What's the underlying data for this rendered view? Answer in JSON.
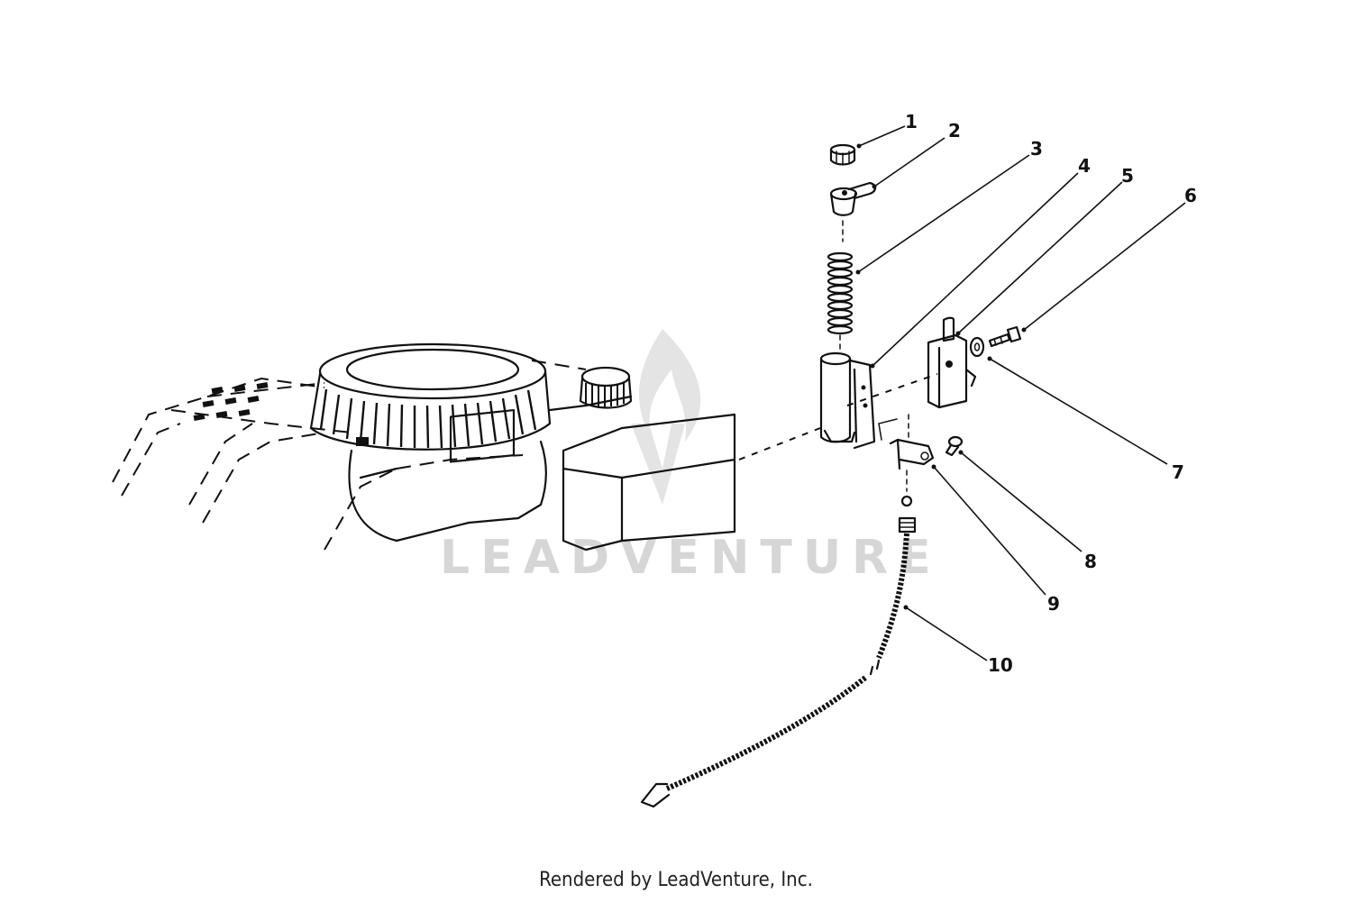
{
  "diagram": {
    "callouts": [
      {
        "id": 1,
        "label": "1"
      },
      {
        "id": 2,
        "label": "2"
      },
      {
        "id": 3,
        "label": "3"
      },
      {
        "id": 4,
        "label": "4"
      },
      {
        "id": 5,
        "label": "5"
      },
      {
        "id": 6,
        "label": "6"
      },
      {
        "id": 7,
        "label": "7"
      },
      {
        "id": 8,
        "label": "8"
      },
      {
        "id": 9,
        "label": "9"
      },
      {
        "id": 10,
        "label": "10"
      }
    ],
    "watermark": "LEADVENTURE"
  },
  "footer": {
    "text": "Rendered by LeadVenture, Inc."
  }
}
